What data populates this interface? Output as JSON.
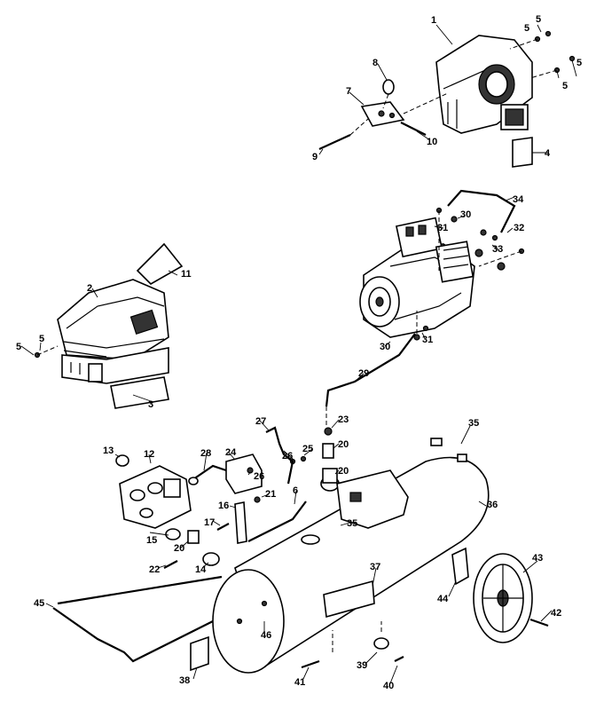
{
  "callouts": [
    "1",
    "2",
    "3",
    "4",
    "5",
    "6",
    "7",
    "8",
    "9",
    "10",
    "11",
    "12",
    "13",
    "14",
    "15",
    "16",
    "17",
    "20",
    "21",
    "22",
    "23",
    "24",
    "25",
    "26",
    "27",
    "28",
    "29",
    "30",
    "31",
    "32",
    "33",
    "34",
    "35",
    "36",
    "37",
    "38",
    "39",
    "40",
    "41",
    "42",
    "43",
    "44",
    "45",
    "46"
  ]
}
